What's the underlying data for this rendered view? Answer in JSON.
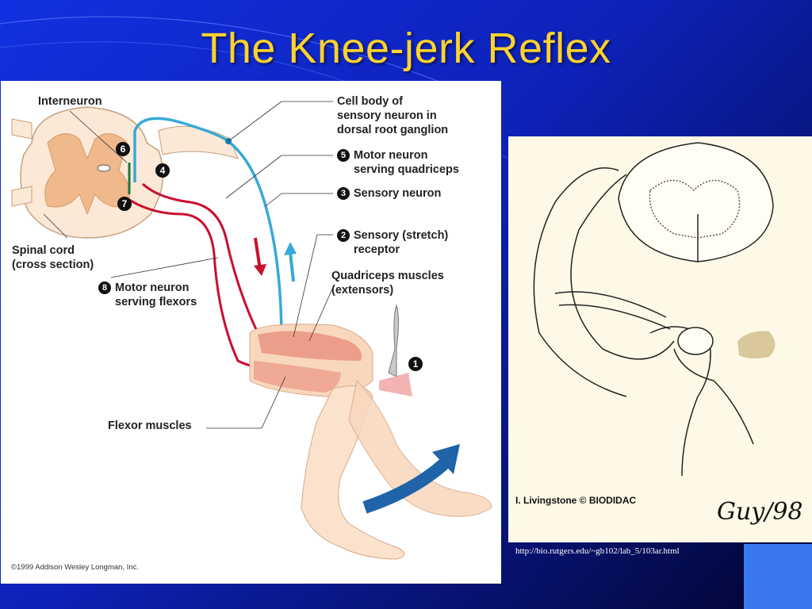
{
  "slide": {
    "title": "The Knee-jerk Reflex",
    "colors": {
      "title": "#ffd22e",
      "sensory": "#38a9d8",
      "motor": "#c8102e",
      "interneuron": "#1a7a3a"
    }
  },
  "left_diagram": {
    "labels": {
      "interneuron": "Interneuron",
      "spinal_cord_1": "Spinal cord",
      "spinal_cord_2": "(cross section)",
      "cell_body_1": "Cell body of",
      "cell_body_2": "sensory neuron in",
      "cell_body_3": "dorsal root ganglion",
      "motor_quad_1": "Motor neuron",
      "motor_quad_2": "serving quadriceps",
      "sensory_neuron": "Sensory neuron",
      "stretch_1": "Sensory (stretch)",
      "stretch_2": "receptor",
      "quadriceps_1": "Quadriceps muscles",
      "quadriceps_2": "(extensors)",
      "motor_flex_1": "Motor neuron",
      "motor_flex_2": "serving flexors",
      "flexor": "Flexor muscles"
    },
    "step_numbers": {
      "n1": "1",
      "n2": "2",
      "n3": "3",
      "n4": "4",
      "n5": "5",
      "n6": "6",
      "n7": "7",
      "n8": "8"
    },
    "copyright": "©1999 Addison Wesley Longman, Inc."
  },
  "right_diagram": {
    "credit": "I. Livingstone © BIODIDAC",
    "signature": "Guy/98"
  },
  "source_url": "http://bio.rutgers.edu/~gb102/lab_5/103ar.html"
}
